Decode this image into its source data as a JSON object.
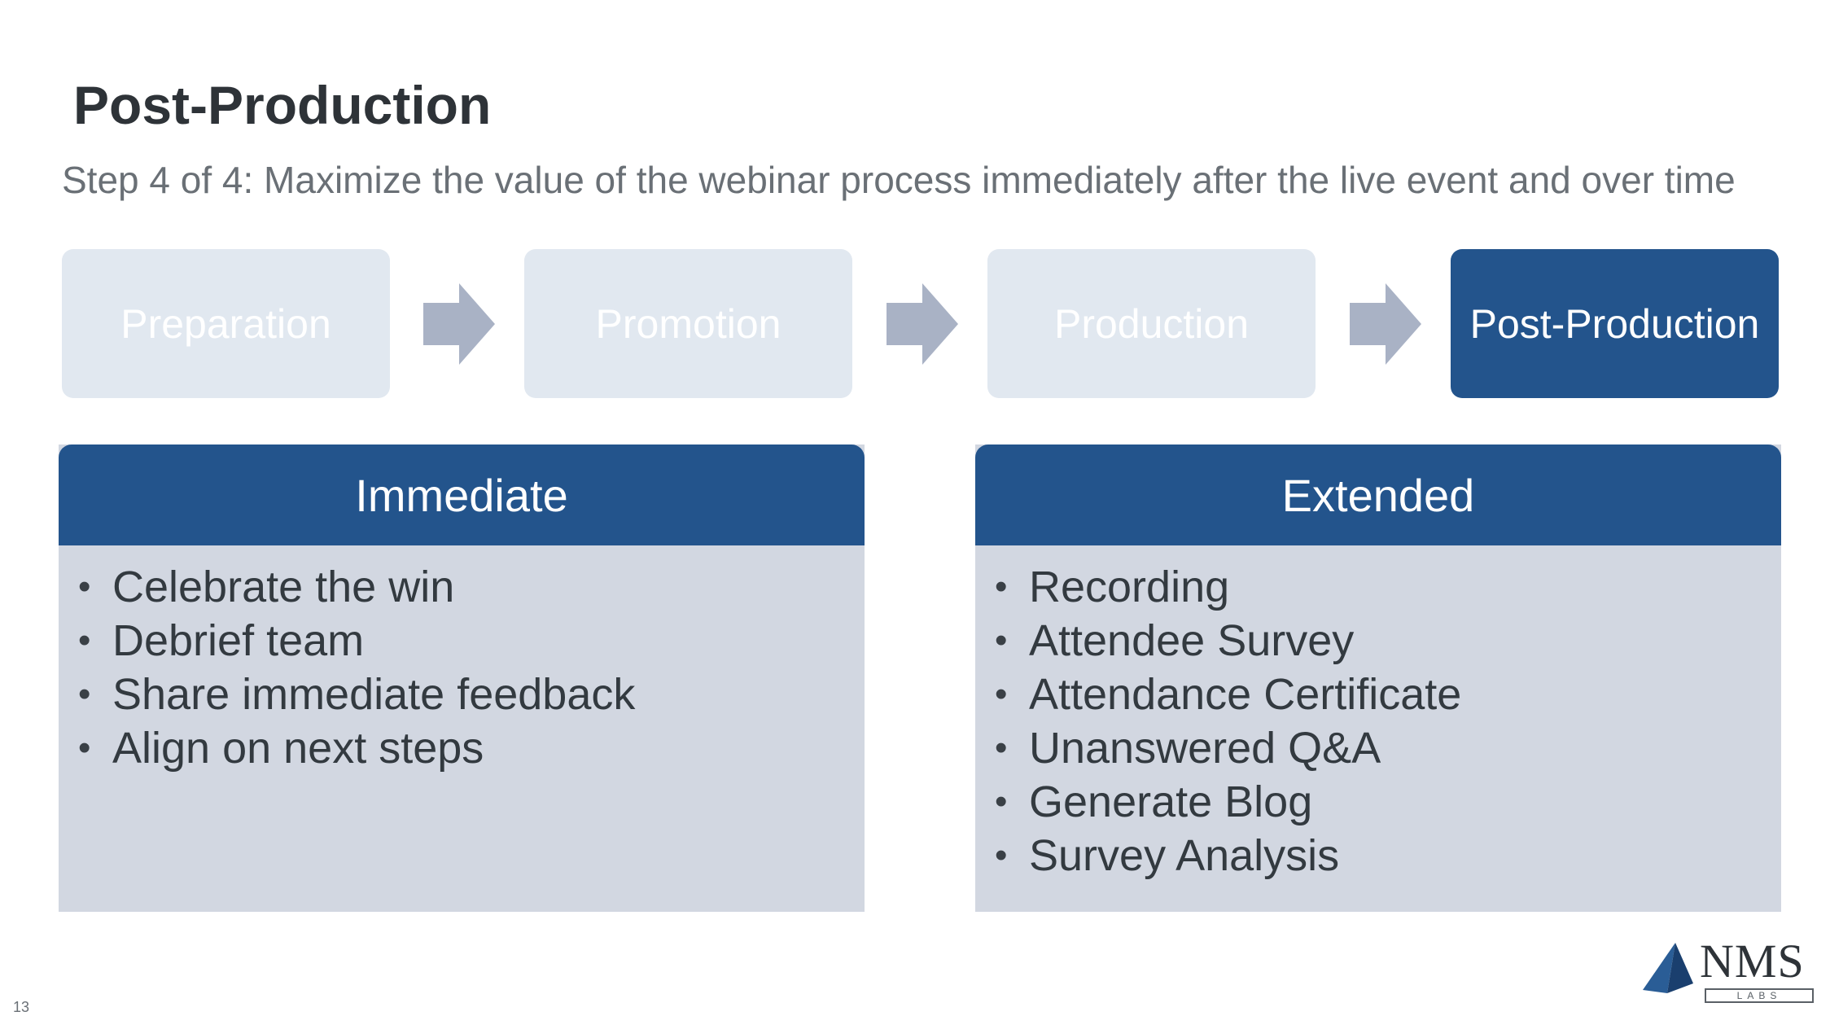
{
  "slide": {
    "title": "Post-Production",
    "subtitle": "Step 4 of 4: Maximize the value of the webinar process immediately after the live event and over time",
    "page_number": "13"
  },
  "colors": {
    "brand_blue": "#23548c",
    "inactive_step": "#e1e8f0",
    "arrow": "#a9b2c5",
    "panel_body": "#d2d7e1"
  },
  "steps": [
    {
      "label": "Preparation",
      "active": false
    },
    {
      "label": "Promotion",
      "active": false
    },
    {
      "label": "Production",
      "active": false
    },
    {
      "label": "Post-Production",
      "active": true
    }
  ],
  "panels": {
    "immediate": {
      "header": "Immediate",
      "items": [
        "Celebrate the win",
        "Debrief team",
        "Share immediate feedback",
        "Align on next steps"
      ]
    },
    "extended": {
      "header": "Extended",
      "items": [
        "Recording",
        "Attendee Survey",
        "Attendance Certificate",
        "Unanswered Q&A",
        "Generate Blog",
        "Survey Analysis"
      ]
    }
  },
  "logo": {
    "icon": "pyramid-icon",
    "name": "NMS",
    "sub": "LABS"
  }
}
